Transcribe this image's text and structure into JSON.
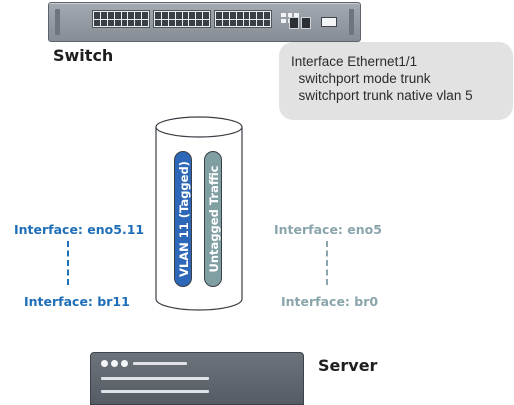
{
  "switch": {
    "label": "Switch"
  },
  "config": {
    "lines": [
      "Interface Ethernet1/1",
      "  switchport mode trunk",
      "  switchport trunk native vlan 5"
    ]
  },
  "trunk": {
    "tagged_lane": {
      "label": "VLAN 11 (Tagged)",
      "color": "#2d67b8"
    },
    "untagged_lane": {
      "label": "Untagged Traffic",
      "color": "#7f9fa3"
    }
  },
  "interfaces": {
    "left_top": "Interface: eno5.11",
    "left_bottom": "Interface: br11",
    "right_top": "Interface: eno5",
    "right_bottom": "Interface: br0",
    "left_color": "#1f6fb8",
    "right_color": "#8aa5ab"
  },
  "server": {
    "label": "Server"
  }
}
